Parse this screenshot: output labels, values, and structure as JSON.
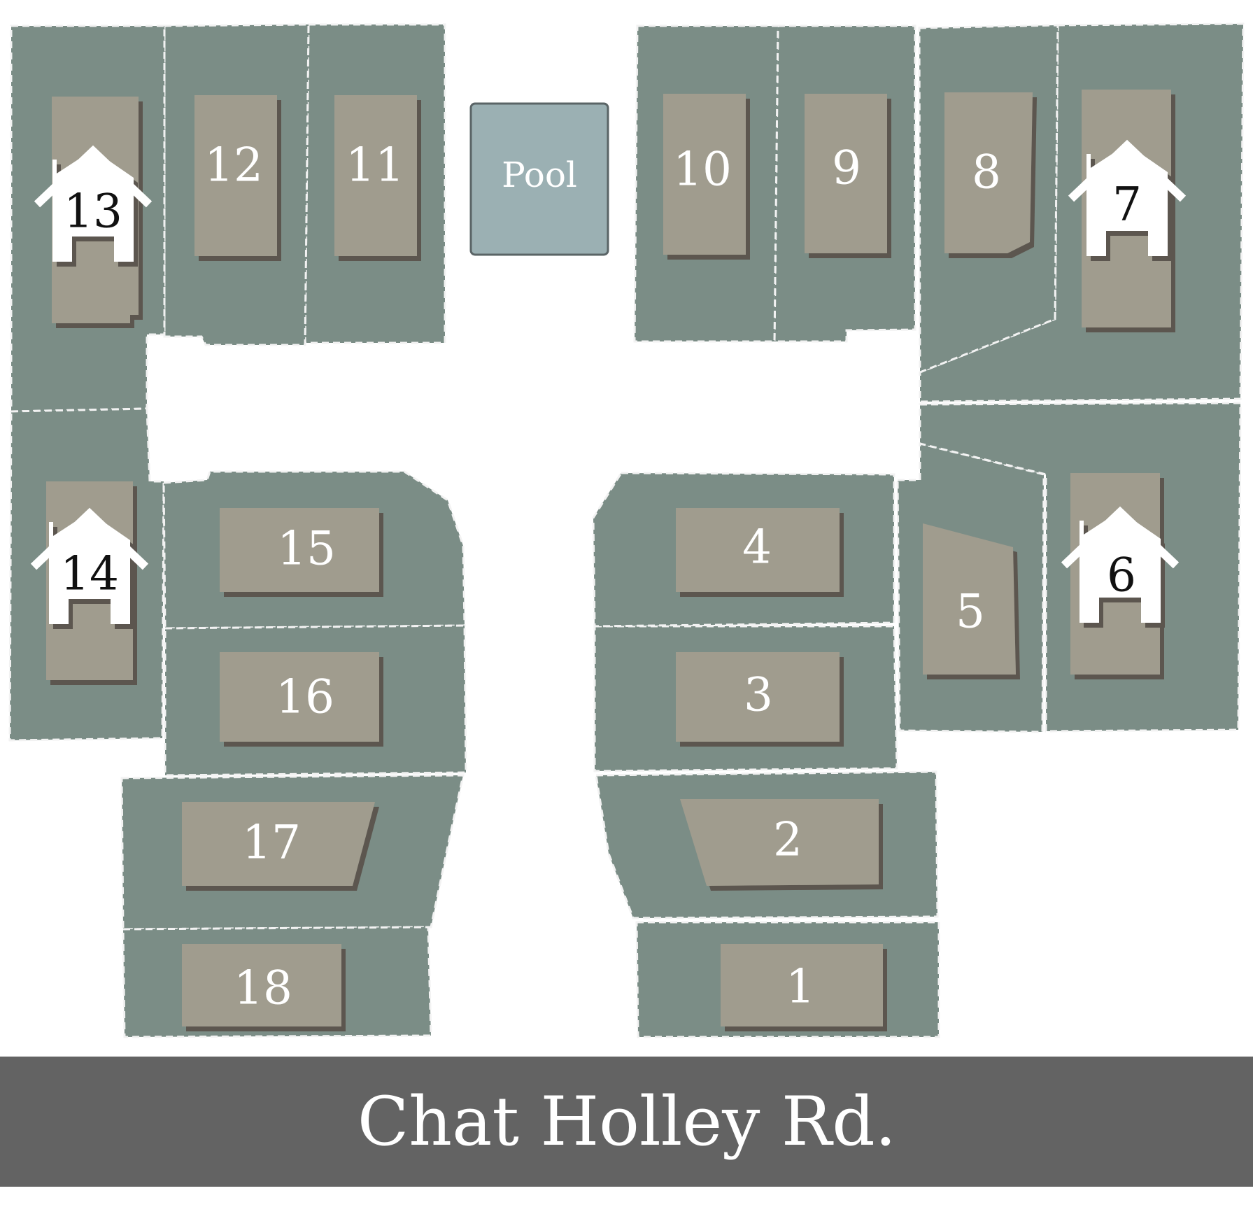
{
  "colors": {
    "lot_fill": "#7b8d86",
    "building_fill": "#a09c8e",
    "building_shadow": "#5b5750",
    "pool_fill": "#9bb0b3",
    "road_fill": "#636363",
    "home_icon": "#ffffff"
  },
  "pool": {
    "label": "Pool"
  },
  "road": {
    "label": "Chat Holley Rd."
  },
  "lots": [
    {
      "number": "1",
      "has_home": false
    },
    {
      "number": "2",
      "has_home": false
    },
    {
      "number": "3",
      "has_home": false
    },
    {
      "number": "4",
      "has_home": false
    },
    {
      "number": "5",
      "has_home": false
    },
    {
      "number": "6",
      "has_home": true,
      "icon": "house-icon"
    },
    {
      "number": "7",
      "has_home": true,
      "icon": "house-icon"
    },
    {
      "number": "8",
      "has_home": false
    },
    {
      "number": "9",
      "has_home": false
    },
    {
      "number": "10",
      "has_home": false
    },
    {
      "number": "11",
      "has_home": false
    },
    {
      "number": "12",
      "has_home": false
    },
    {
      "number": "13",
      "has_home": true,
      "icon": "house-icon"
    },
    {
      "number": "14",
      "has_home": true,
      "icon": "house-icon"
    },
    {
      "number": "15",
      "has_home": false
    },
    {
      "number": "16",
      "has_home": false
    },
    {
      "number": "17",
      "has_home": false
    },
    {
      "number": "18",
      "has_home": false
    }
  ]
}
